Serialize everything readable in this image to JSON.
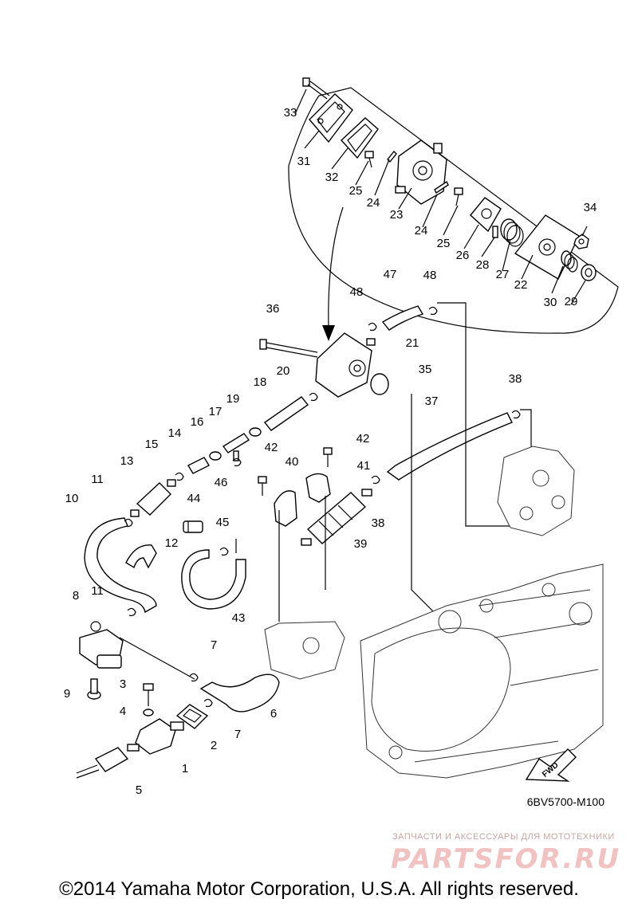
{
  "diagram_code": "6BV5700-M100",
  "fwd_label": "FWD",
  "watermark": {
    "tagline": "ЗАПЧАСТИ И АКСЕССУАРЫ ДЛЯ МОТОТЕХНИКИ",
    "logo": "PARTSFOR.RU"
  },
  "copyright": "©2014 Yamaha Motor Corporation, U.S.A. All rights reserved.",
  "callouts": [
    "1",
    "2",
    "3",
    "4",
    "5",
    "6",
    "7",
    "7",
    "8",
    "9",
    "10",
    "11",
    "11",
    "12",
    "13",
    "14",
    "15",
    "16",
    "17",
    "18",
    "19",
    "20",
    "21",
    "22",
    "23",
    "24",
    "24",
    "25",
    "25",
    "26",
    "27",
    "28",
    "29",
    "30",
    "31",
    "32",
    "33",
    "34",
    "35",
    "36",
    "37",
    "38",
    "38",
    "39",
    "40",
    "41",
    "42",
    "42",
    "43",
    "44",
    "45",
    "46",
    "47",
    "48",
    "48"
  ]
}
